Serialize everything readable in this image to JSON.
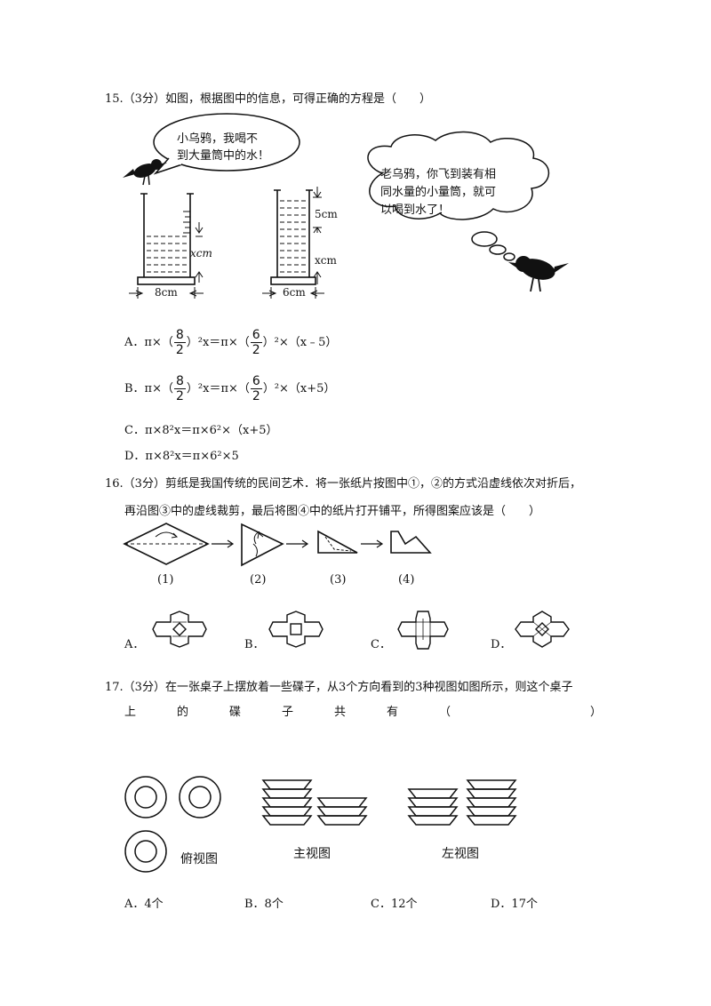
{
  "q15": {
    "stem": "15.（3分）如图，根据图中的信息，可得正确的方程是（　　）",
    "bubble_left_line1": "小乌鸦，我喝不",
    "bubble_left_line2": "到大量筒中的水！",
    "bubble_right_line1": "老乌鸦，你飞到装有相",
    "bubble_right_line2": "同水量的小量筒，就可",
    "bubble_right_line3": "以喝到水了！",
    "label_xcm_left": "xcm",
    "label_8cm": "8cm",
    "label_5cm": "5cm",
    "label_xcm_right": "xcm",
    "label_6cm": "6cm",
    "options": {
      "A_prefix": "A．π×（",
      "A_frac1_num": "8",
      "A_frac1_den": "2",
      "A_mid": "）²x＝π×（",
      "A_frac2_num": "6",
      "A_frac2_den": "2",
      "A_suffix": "）²×（x﹣5）",
      "B_prefix": "B．π×（",
      "B_frac1_num": "8",
      "B_frac1_den": "2",
      "B_mid": "）²x＝π×（",
      "B_frac2_num": "6",
      "B_frac2_den": "2",
      "B_suffix": "）²×（x+5）",
      "C": "C．π×8²x＝π×6²×（x+5）",
      "D": "D．π×8²x＝π×6²×5"
    }
  },
  "q16": {
    "stem_line1": "16.（3分）剪纸是我国传统的民间艺术．将一张纸片按图中①，②的方式沿虚线依次对折后，",
    "stem_line2": "再沿图③中的虚线裁剪，最后将图④中的纸片打开铺平，所得图案应该是（　　）",
    "step_labels": [
      "(1)",
      "(2)",
      "(3)",
      "(4)"
    ],
    "option_labels": [
      "A．",
      "B．",
      "C．",
      "D．"
    ]
  },
  "q17": {
    "stem_line1": "17.（3分）在一张桌子上摆放着一些碟子，从3个方向看到的3种视图如图所示，则这个桌子",
    "stem_line2_chars": [
      "上",
      "的",
      "碟",
      "子",
      "共",
      "有",
      "（",
      "）"
    ],
    "view_top": "俯视图",
    "view_front": "主视图",
    "view_left": "左视图",
    "options": [
      "A．4个",
      "B．8个",
      "C．12个",
      "D．17个"
    ]
  }
}
